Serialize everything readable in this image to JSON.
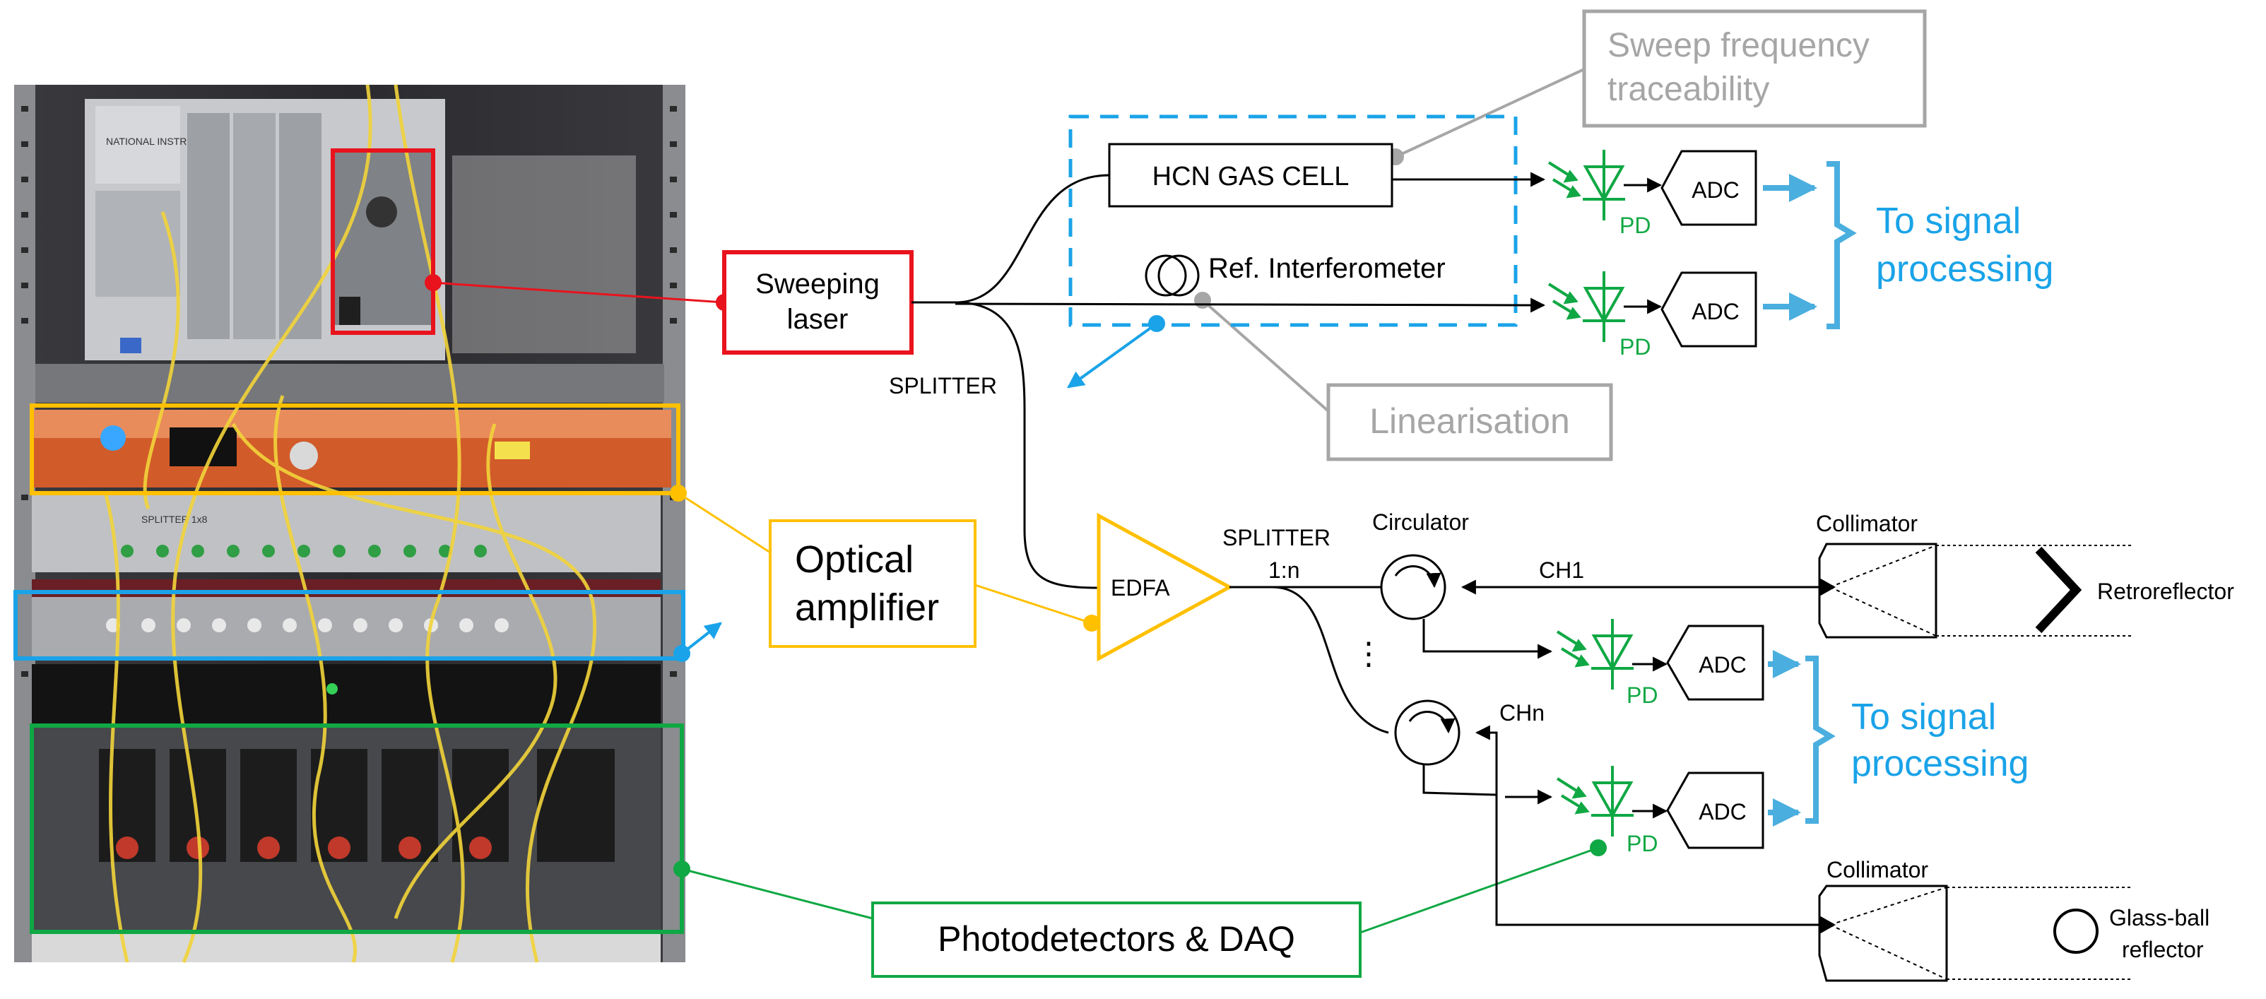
{
  "colors": {
    "red": "#e8131d",
    "orange": "#ffc000",
    "blue": "#1aa3e8",
    "green": "#10a844",
    "gray": "#a6a6a6",
    "signal_blue": "#4aaede",
    "black": "#000000",
    "rack_dark": "#2f2f33",
    "cable_yellow": "#f2d43a"
  },
  "photo": {
    "label": "",
    "chassis_text": "NATIONAL INSTRUMENTS",
    "splitter_text": "SPLITTER 1x8"
  },
  "callouts": {
    "sweeping_laser": {
      "line1": "Sweeping",
      "line2": "laser"
    },
    "optical_amplifier": {
      "line1": "Optical",
      "line2": "amplifier"
    },
    "photodetectors": "Photodetectors & DAQ",
    "sweep_traceability": {
      "line1": "Sweep frequency",
      "line2": "traceability"
    },
    "linearisation": "Linearisation"
  },
  "components": {
    "hcn_cell": "HCN GAS CELL",
    "ref_interferometer": "Ref. Interferometer",
    "splitter_top": "SPLITTER",
    "edfa": "EDFA",
    "splitter_1n_line1": "SPLITTER",
    "splitter_1n_line2": "1:n",
    "circulator": "Circulator",
    "ch1": "CH1",
    "chn": "CHn",
    "dots": "⋮",
    "collimator_1": "Collimator",
    "collimator_2": "Collimator",
    "retroreflector": "Retroreflector",
    "glassball_line1": "Glass-ball",
    "glassball_line2": "reflector",
    "pd": "PD",
    "adc": "ADC"
  },
  "signal": {
    "top": {
      "line1": "To signal",
      "line2": "processing"
    },
    "bottom": {
      "line1": "To signal",
      "line2": "processing"
    }
  }
}
